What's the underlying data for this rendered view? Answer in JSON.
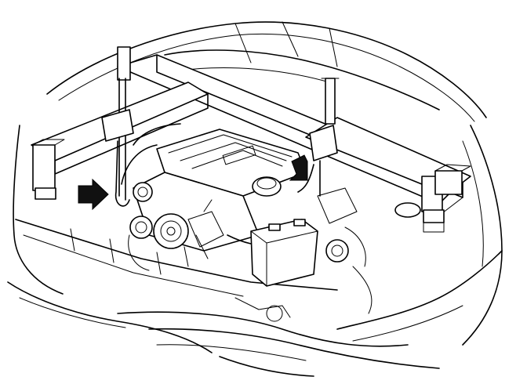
{
  "figure": {
    "subject": "engine-support-fixture",
    "arrows": [
      {
        "id": "left",
        "direction": "right",
        "color": "#000000"
      },
      {
        "id": "right",
        "direction": "down-left",
        "color": "#000000"
      }
    ],
    "colors": {
      "line": "#000000",
      "background": "#ffffff",
      "arrow": "#111111"
    }
  }
}
